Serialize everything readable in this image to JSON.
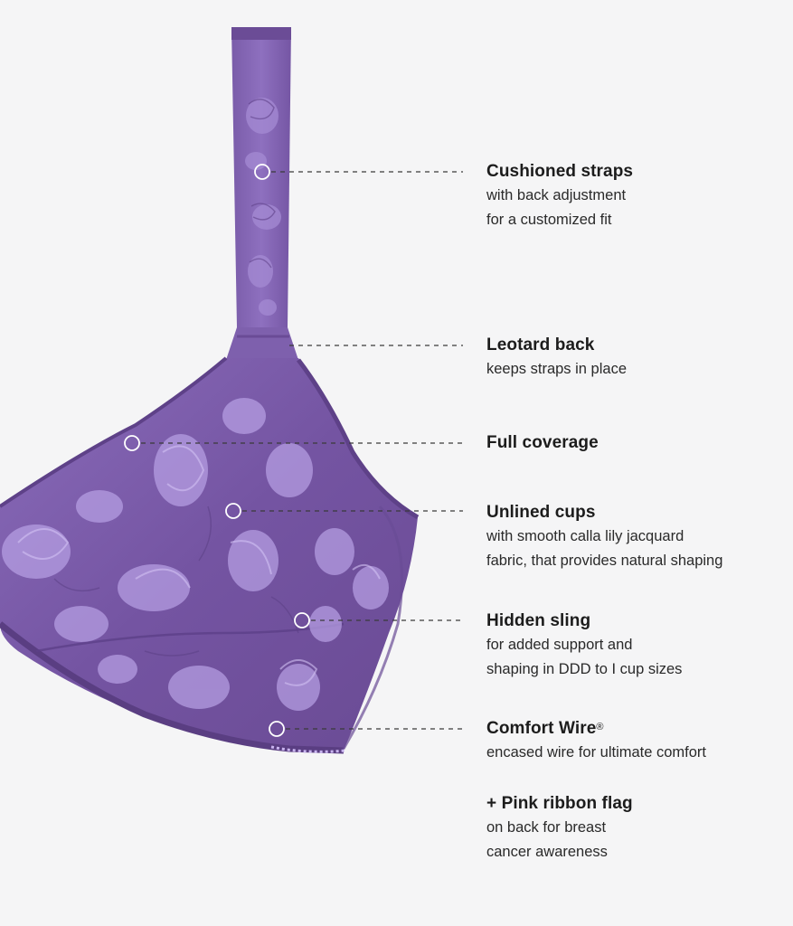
{
  "colors": {
    "background": "#f5f5f6",
    "fabric_dark": "#6f4f9a",
    "fabric_mid": "#8466b3",
    "fabric_light": "#b49be0",
    "callout_line": "#3a3a3a",
    "callout_dot": "#ffffff"
  },
  "features": [
    {
      "title": "Cushioned straps",
      "lines": [
        "with back adjustment",
        "for a customized fit"
      ]
    },
    {
      "title": "Leotard back",
      "lines": [
        "keeps straps in place"
      ]
    },
    {
      "title": "Full coverage",
      "lines": []
    },
    {
      "title": "Unlined cups",
      "lines": [
        "with smooth calla lily jacquard",
        "fabric, that provides natural shaping"
      ]
    },
    {
      "title": "Hidden sling",
      "lines": [
        "for added support and",
        "shaping in DDD to I cup sizes"
      ]
    },
    {
      "title": "Comfort Wire",
      "title_mark": "®",
      "lines": [
        "encased wire for ultimate comfort"
      ]
    },
    {
      "title": "+ Pink ribbon flag",
      "lines": [
        "on back for breast",
        "cancer awareness"
      ]
    }
  ]
}
